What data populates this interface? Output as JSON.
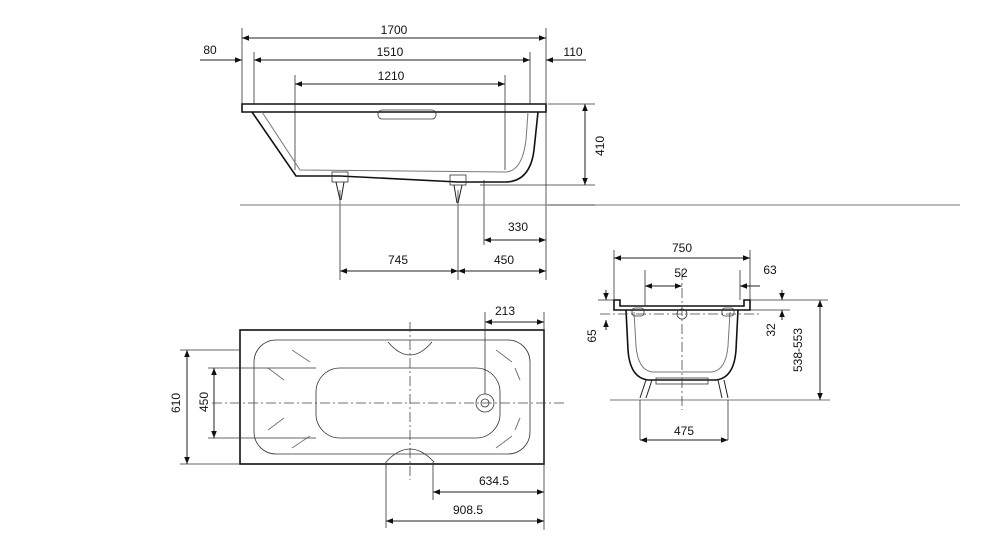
{
  "side_view": {
    "dims": {
      "total_length": "1700",
      "left_rim": "80",
      "inner_length": "1510",
      "right_rim": "110",
      "bottom_length": "1210",
      "height": "410",
      "leg_offset": "330",
      "leg_spacing": "745",
      "leg_to_end": "450"
    }
  },
  "top_view": {
    "dims": {
      "drain_offset": "213",
      "outer_width": "610",
      "inner_width": "450",
      "grip_offset": "634.5",
      "grip_offset_2": "908.5"
    }
  },
  "end_view": {
    "dims": {
      "width": "750",
      "drain_offset": "52",
      "rim_right": "63",
      "rim_depth": "65",
      "rim_height": "32",
      "total_height": "538-553",
      "leg_width": "475"
    }
  }
}
